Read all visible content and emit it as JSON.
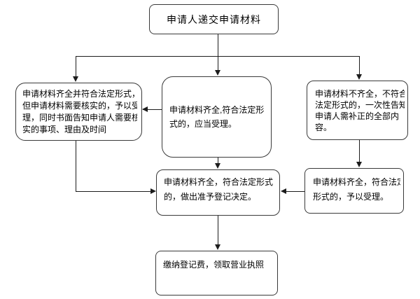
{
  "colors": {
    "canvas-bg": "#ffffff",
    "node-bg": "#ffffff",
    "node-border": "#3a3a3a",
    "line": "#1c1c1c",
    "text": "#000000"
  },
  "nodes": {
    "submit": {
      "text": "申请人递交申请材料",
      "lines": [
        "申请人递交申请材料"
      ]
    },
    "verify": {
      "text": "申请材料齐全并符合法定形式，但申请材料需要核实的，予以受理，同时书面告知申请人需要核实的事项、理由及时间",
      "lines": [
        "申请材料齐全并符合法定形式，",
        "但申请材料需要核实的，予以受",
        "理，同时书面告知申请人需要核",
        "实的事项、理由及时间"
      ]
    },
    "accept": {
      "text": "申请材料齐全,符合法定形式的，应当受理。",
      "lines": [
        "申请材料齐全,符合法定形",
        "式的，应当受理。"
      ]
    },
    "supplement": {
      "text": "申请材料不齐全，不符合法定形式的，一次性告知申请人需补正的全部内容。",
      "lines": [
        "申请材料不齐全，不符合",
        "法定形式的，一次性告知",
        "申请人需补正的全部内",
        "容。"
      ]
    },
    "decision": {
      "text": "申请材料齐全，符合法定形式的，做出准予登记决定。",
      "lines": [
        "申请材料齐全，符合法定形式",
        "的，做出准予登记决定。"
      ]
    },
    "grant": {
      "text": "申请材料齐全，符合法定形式的，予以受理。",
      "lines": [
        "申请材料齐全，符合法定",
        "形式的，予以受理。"
      ]
    },
    "license": {
      "text": "缴纳登记费，领取营业执照",
      "lines": [
        "缴纳登记费，领取营业执照"
      ]
    }
  }
}
